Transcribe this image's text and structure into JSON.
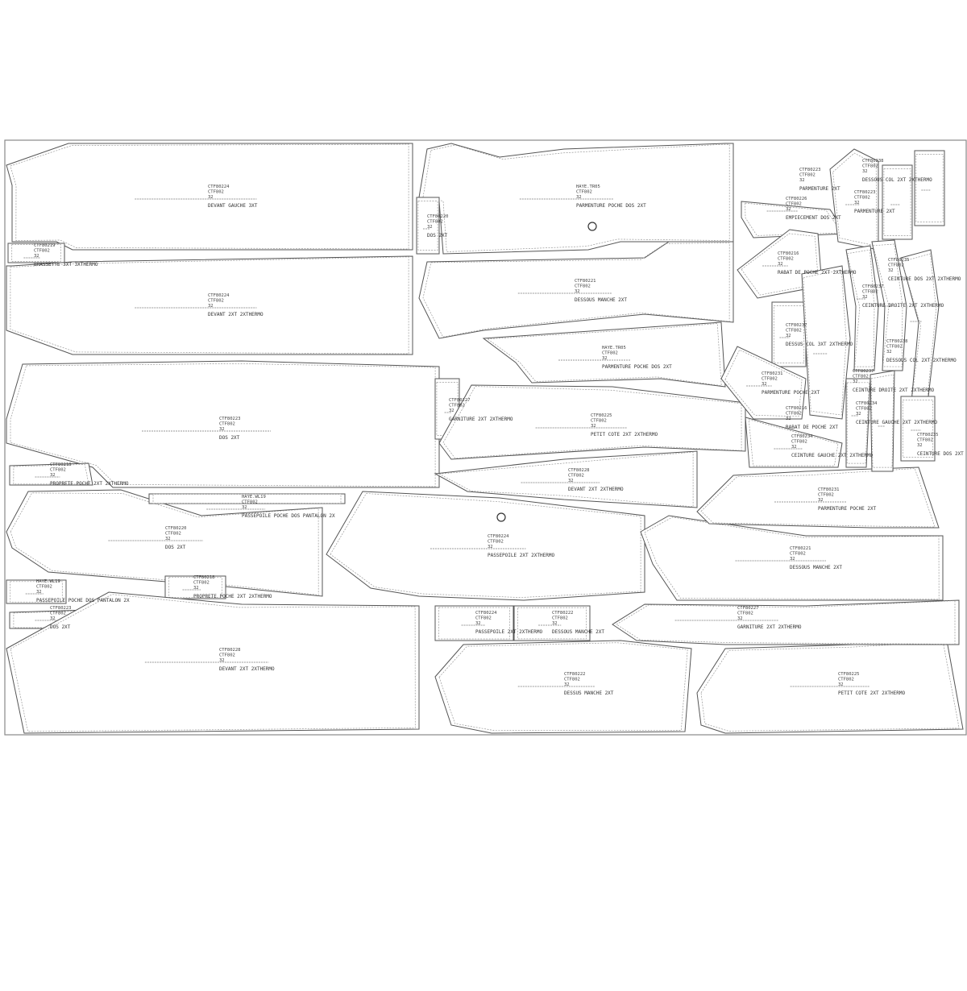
{
  "pieces": [
    {
      "code": "CTF80224",
      "ref": "CTF802",
      "size": "32",
      "name": "DEVANT GAUCHE 3XT"
    },
    {
      "code": "CTF80219",
      "ref": "CTF802",
      "size": "32",
      "name": "BRASSETTE 3XT 3XTHERMO"
    },
    {
      "code": "CTF80224",
      "ref": "CTF802",
      "size": "32",
      "name": "DEVANT 2XT 2XTHERMO"
    },
    {
      "code": "CTF80223",
      "ref": "CTF802",
      "size": "32",
      "name": "DOS 2XT"
    },
    {
      "code": "CTF80218",
      "ref": "CTF802",
      "size": "32",
      "name": "PROPRETE POCHE 2XT 2XTHERMO"
    },
    {
      "code": "CTF80220",
      "ref": "CTF802",
      "size": "32",
      "name": "DOS 2XT"
    },
    {
      "code": "HAYE.WL19",
      "ref": "CTF802",
      "size": "32",
      "name": "PASSEPOILE POCHE DOS PANTALON 2X"
    },
    {
      "code": "HAYE.WL19",
      "ref": "CTF802",
      "size": "32",
      "name": "PASSEPOILE POCHE DOS PANTALON 2X"
    },
    {
      "code": "CTF80218",
      "ref": "CTF802",
      "size": "32",
      "name": "PROPRETE POCHE 2XT 2XTHERMO"
    },
    {
      "code": "CTF80223",
      "ref": "CTF802",
      "size": "32",
      "name": "DOS 2XT"
    },
    {
      "code": "CTF80228",
      "ref": "CTF802",
      "size": "32",
      "name": "DEVANT 2XT 2XTHERMO"
    },
    {
      "code": "HAYE.TR05",
      "ref": "CTF802",
      "size": "32",
      "name": "PARMENTURE POCHE DOS 2XT"
    },
    {
      "code": "CTF80220",
      "ref": "CTF802",
      "size": "32",
      "name": "DOS 2XT"
    },
    {
      "code": "CTF80221",
      "ref": "CTF802",
      "size": "32",
      "name": "DESSOUS MANCHE 2XT"
    },
    {
      "code": "HAYE.TR05",
      "ref": "CTF802",
      "size": "32",
      "name": "PARMENTURE POCHE DOS 2XT"
    },
    {
      "code": "CTF80227",
      "ref": "CTF802",
      "size": "32",
      "name": "GARNITURE 2XT 2XTHERMO"
    },
    {
      "code": "CTF80225",
      "ref": "CTF802",
      "size": "32",
      "name": "PETIT COTE 2XT 2XTHERMO"
    },
    {
      "code": "CTF80228",
      "ref": "CTF802",
      "size": "32",
      "name": "DEVANT 2XT 2XTHERMO"
    },
    {
      "code": "CTF80224",
      "ref": "CTF802",
      "size": "32",
      "name": "PASSEPOILE 2XT 2XTHERMO"
    },
    {
      "code": "CTF80224",
      "ref": "CTF802",
      "size": "32",
      "name": "PASSEPOILE 2XT 2XTHERMO"
    },
    {
      "code": "CTF80222",
      "ref": "CTF802",
      "size": "32",
      "name": "DESSOUS MANCHE 2XT"
    },
    {
      "code": "CTF80222",
      "ref": "CTF802",
      "size": "32",
      "name": "DESSUS MANCHE 2XT"
    },
    {
      "code": "CTF80225",
      "ref": "CTF802",
      "size": "32",
      "name": "PETIT COTE 2XT 2XTHERMO"
    },
    {
      "code": "CTF80227",
      "ref": "CTF802",
      "size": "32",
      "name": "GARNITURE 2XT 2XTHERMO"
    },
    {
      "code": "CTF80221",
      "ref": "CTF802",
      "size": "32",
      "name": "DESSOUS MANCHE 2XT"
    },
    {
      "code": "CTF80231",
      "ref": "CTF802",
      "size": "32",
      "name": "PARMENTURE POCHE 2XT"
    },
    {
      "code": "CTF80226",
      "ref": "CTF802",
      "size": "32",
      "name": "EMPIECEMENT DOS 2XT"
    },
    {
      "code": "CTF80223",
      "ref": "CTF802",
      "size": "32",
      "name": "PARMENTURE 2XT"
    },
    {
      "code": "CTF80223",
      "ref": "CTF802",
      "size": "32",
      "name": "PARMENTURE 2XT"
    },
    {
      "code": "CTF80238",
      "ref": "CTF802",
      "size": "32",
      "name": "DESSOUS COL 2XT 2XTHERMO"
    },
    {
      "code": "CTF80216",
      "ref": "CTF802",
      "size": "32",
      "name": "RABAT DE POCHE 2XT 2XTHERMO"
    },
    {
      "code": "CTF80237",
      "ref": "CTF802",
      "size": "32",
      "name": "DESSUS COL 3XT 2XTHERMO"
    },
    {
      "code": "CTF80238",
      "ref": "CTF802",
      "size": "32",
      "name": "DESSOUS COL 2XT 2XTHERMO"
    },
    {
      "code": "CTF80231",
      "ref": "CTF802",
      "size": "32",
      "name": "PARMENTURE POCHE 2XT"
    },
    {
      "code": "CTF80234",
      "ref": "CTF802",
      "size": "32",
      "name": "CEINTURE GAUCHE 2XT 2XTHERMO"
    },
    {
      "code": "CTF80237",
      "ref": "CTF802",
      "size": "32",
      "name": "CEINTURE DROITE 2XT 2XTHERMO"
    },
    {
      "code": "CTF80235",
      "ref": "CTF802",
      "size": "32",
      "name": "CEINTURE DOS 2XT 2XTHERMO"
    },
    {
      "code": "CTF80237",
      "ref": "CTF802",
      "size": "32",
      "name": "CEINTURE DROITE 2XT 2XTHERMO"
    },
    {
      "code": "CTF80234",
      "ref": "CTF802",
      "size": "32",
      "name": "CEINTURE GAUCHE 2XT 2XTHERMO"
    },
    {
      "code": "CTF80216",
      "ref": "CTF802",
      "size": "32",
      "name": "RABAT DE POCHE 2XT"
    },
    {
      "code": "CTF80235",
      "ref": "CTF802",
      "size": "32",
      "name": "CEINTURE DOS 2XT"
    }
  ]
}
